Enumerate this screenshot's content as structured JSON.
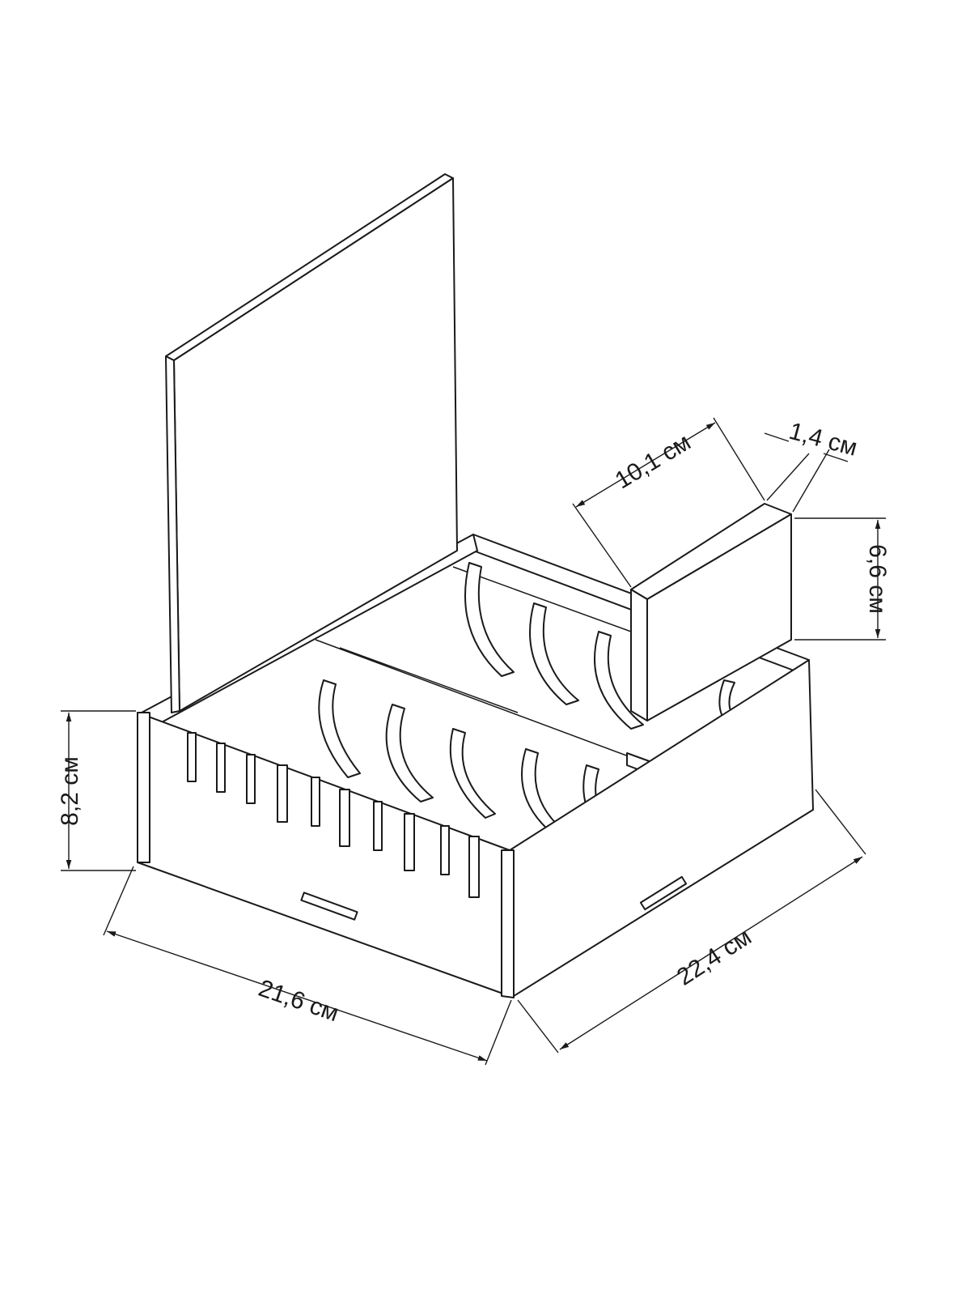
{
  "dimensions": {
    "block_length": "10,1 см",
    "block_thickness": "1,4 см",
    "block_height": "6,6 см",
    "box_height": "8,2 см",
    "box_width": "21,6 см",
    "box_depth": "22,4 см"
  },
  "colors": {
    "line": "#1a1a1a",
    "background": "#ffffff"
  }
}
